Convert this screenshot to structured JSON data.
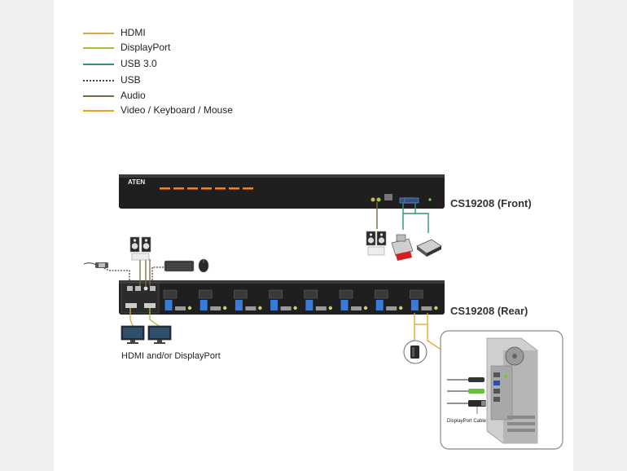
{
  "legend": [
    {
      "label": "HDMI",
      "color": "#d4a84a",
      "style": "solid"
    },
    {
      "label": "DisplayPort",
      "color": "#9fc03a",
      "style": "solid"
    },
    {
      "label": "USB 3.0",
      "color": "#2a9a6e",
      "style": "solid"
    },
    {
      "label": "USB",
      "color": "#444444",
      "style": "dotted"
    },
    {
      "label": "Audio",
      "color": "#7a6a40",
      "style": "solid"
    },
    {
      "label": "Video / Keyboard / Mouse",
      "color": "#e8a020",
      "style": "solid"
    }
  ],
  "front_unit": {
    "brand": "ATEN",
    "label": "CS19208 (Front)"
  },
  "rear_unit": {
    "label": "CS19208 (Rear)",
    "port_count": 8
  },
  "console_label": "HDMI and/or DisplayPort",
  "cable_label": "DisplayPort Cable",
  "colors": {
    "unit_body": "#1f1f1f",
    "led": "#e8842a",
    "usb_port": "#3a7ad8",
    "connector_green": "#6bbf3f"
  }
}
